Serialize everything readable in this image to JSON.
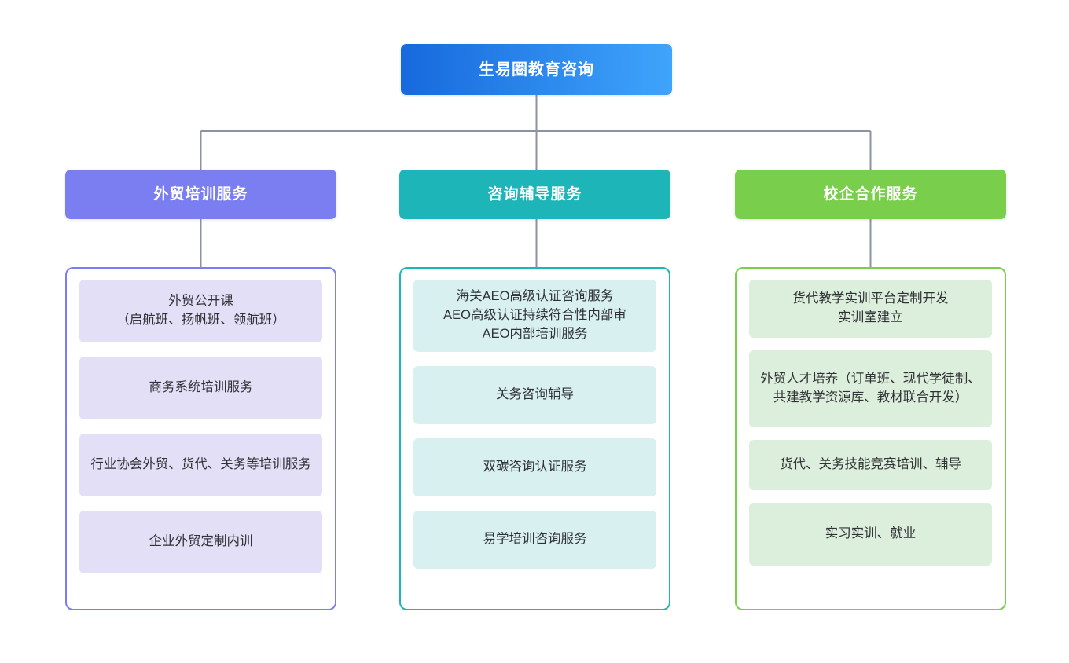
{
  "diagram": {
    "type": "organization-tree",
    "orientation": "top-down",
    "background_color": "#ffffff",
    "connector_color": "#8b93a3"
  },
  "root": {
    "label": "生易圈教育咨询",
    "gradient_from": "#1769dd",
    "gradient_to": "#3fa4fb",
    "text_color": "#ffffff"
  },
  "branches": [
    {
      "id": "foreign-trade-training",
      "header_label": "外贸培训服务",
      "header_color": "#7b7ef0",
      "border_color": "#7b7ef0",
      "leaf_background": "#e2dff6",
      "leaves": [
        {
          "label": "外贸公开课\n（启航班、扬帆班、领航班）"
        },
        {
          "label": "商务系统培训服务"
        },
        {
          "label": "行业协会外贸、货代、关务等培训服务"
        },
        {
          "label": "企业外贸定制内训"
        }
      ]
    },
    {
      "id": "consulting-tutoring",
      "header_label": "咨询辅导服务",
      "header_color": "#1eb5b8",
      "border_color": "#1eb5b8",
      "leaf_background": "#d9f0f0",
      "leaves": [
        {
          "label": "海关AEO高级认证咨询服务\nAEO高级认证持续符合性内部审\nAEO内部培训服务"
        },
        {
          "label": "关务咨询辅导"
        },
        {
          "label": "双碳咨询认证服务"
        },
        {
          "label": "易学培训咨询服务"
        }
      ]
    },
    {
      "id": "school-enterprise-cooperation",
      "header_label": "校企合作服务",
      "header_color": "#79cf4b",
      "border_color": "#79cf4b",
      "leaf_background": "#dcefdc",
      "leaves": [
        {
          "label": "货代教学实训平台定制开发\n实训室建立"
        },
        {
          "label": "外贸人才培养（订单班、现代学徒制、共建教学资源库、教材联合开发）"
        },
        {
          "label": "货代、关务技能竞赛培训、辅导"
        },
        {
          "label": "实习实训、就业"
        }
      ]
    }
  ]
}
